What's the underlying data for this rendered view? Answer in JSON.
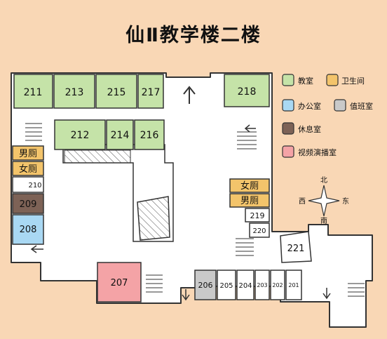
{
  "title": "仙Ⅱ教学楼二楼",
  "colors": {
    "background": "#f9d7b5",
    "floor": "#ffffff",
    "classroom": "#c5e3a8",
    "restroom": "#f3c46b",
    "office": "#a9d8f3",
    "duty": "#c9c9c9",
    "lounge": "#7d6256",
    "video": "#f4a3a6",
    "outline": "#333333"
  },
  "legend": [
    {
      "label": "教室",
      "color": "#c5e3a8"
    },
    {
      "label": "卫生间",
      "color": "#f3c46b"
    },
    {
      "label": "办公室",
      "color": "#a9d8f3"
    },
    {
      "label": "值班室",
      "color": "#c9c9c9"
    },
    {
      "label": "休息室",
      "color": "#7d6256"
    },
    {
      "label": "视频演播室",
      "color": "#f4a3a6"
    }
  ],
  "compass": {
    "north": "北",
    "south": "南",
    "east": "东",
    "west": "西"
  },
  "rooms": {
    "r211": "211",
    "r213": "213",
    "r215": "215",
    "r217": "217",
    "r218": "218",
    "r212": "212",
    "r214": "214",
    "r216": "216",
    "men_left": "男厕",
    "women_left": "女厕",
    "r210": "210",
    "r209": "209",
    "r208": "208",
    "women_right": "女厕",
    "men_right": "男厕",
    "r219": "219",
    "r220": "220",
    "r221": "221",
    "r207": "207",
    "r206": "206",
    "r205": "205",
    "r204": "204",
    "r203": "203",
    "r202": "202",
    "r201": "201"
  }
}
